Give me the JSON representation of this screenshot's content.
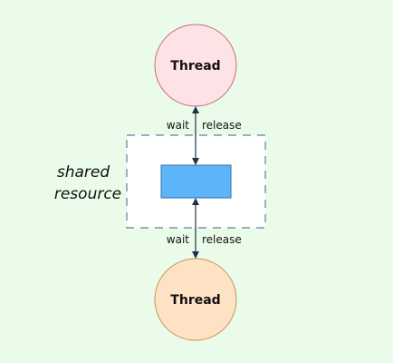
{
  "diagram": {
    "background": "#eafbea",
    "top_thread": {
      "label": "Thread",
      "fill": "#fde3e6",
      "stroke": "#c96b78"
    },
    "bottom_thread": {
      "label": "Thread",
      "fill": "#fde3c4",
      "stroke": "#c99356"
    },
    "shared_resource": {
      "label_line1": "shared",
      "label_line2": "resource",
      "box_fill": "#5db4f8",
      "box_stroke": "#2f6fa8",
      "group_fill": "#ffffff",
      "group_stroke": "#5f7f96"
    },
    "top_edge": {
      "left_label": "wait",
      "right_label": "release"
    },
    "bottom_edge": {
      "left_label": "wait",
      "right_label": "release"
    },
    "edge_color": "#1f3347"
  }
}
